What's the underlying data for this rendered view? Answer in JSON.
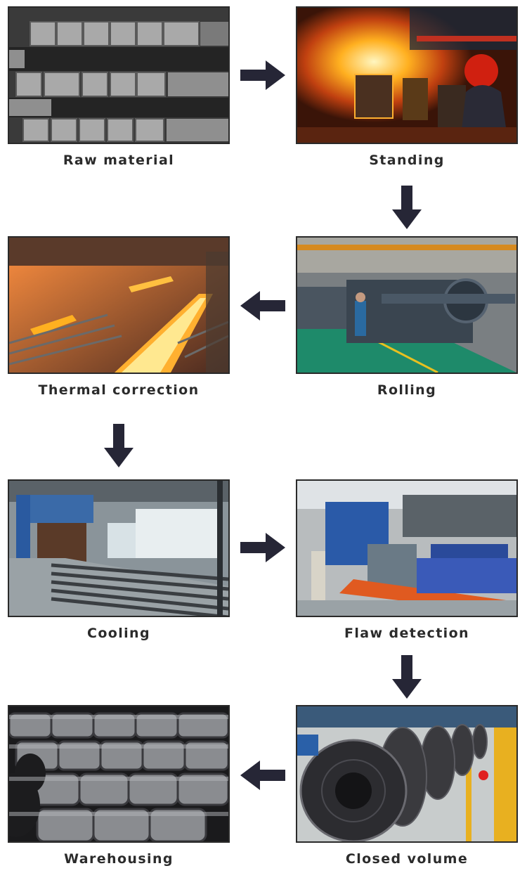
{
  "steps": [
    {
      "id": "raw-material",
      "label": "Raw material",
      "photo": "steel-billets-photo"
    },
    {
      "id": "standing",
      "label": "Standing",
      "photo": "molten-steel-pouring-photo"
    },
    {
      "id": "rolling",
      "label": "Rolling",
      "photo": "rolling-mill-machinery-photo"
    },
    {
      "id": "thermal-correction",
      "label": "Thermal correction",
      "photo": "hot-steel-on-rollers-photo"
    },
    {
      "id": "cooling",
      "label": "Cooling",
      "photo": "cooling-bed-rollers-photo"
    },
    {
      "id": "flaw-detection",
      "label": "Flaw detection",
      "photo": "inspection-line-photo"
    },
    {
      "id": "closed-volume",
      "label": "Closed volume",
      "photo": "steel-coil-line-photo"
    },
    {
      "id": "warehousing",
      "label": "Warehousing",
      "photo": "stacked-steel-coils-photo"
    }
  ],
  "arrows": [
    "right",
    "down",
    "left",
    "down",
    "right",
    "down",
    "left"
  ],
  "colors": {
    "arrow": "#262636",
    "border": "#2a2a2a",
    "label": "#2b2b2b"
  }
}
